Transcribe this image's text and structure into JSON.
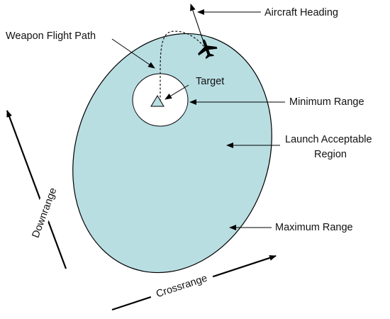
{
  "diagram": {
    "labels": {
      "aircraft_heading": "Aircraft Heading",
      "weapon_flight_path": "Weapon Flight Path",
      "target": "Target",
      "minimum_range": "Minimum Range",
      "launch_acceptable_region_line1": "Launch Acceptable",
      "launch_acceptable_region_line2": "Region",
      "maximum_range": "Maximum Range",
      "downrange": "Downrange",
      "crossrange": "Crossrange"
    },
    "icons": {
      "aircraft": "aircraft-icon",
      "target": "triangle-target-icon"
    },
    "colors": {
      "launch_region_fill": "#b8dee2",
      "launch_region_stroke": "#000000",
      "min_range_fill": "#ffffff",
      "target_fill": "#b8dee2",
      "text": "#111111"
    }
  }
}
